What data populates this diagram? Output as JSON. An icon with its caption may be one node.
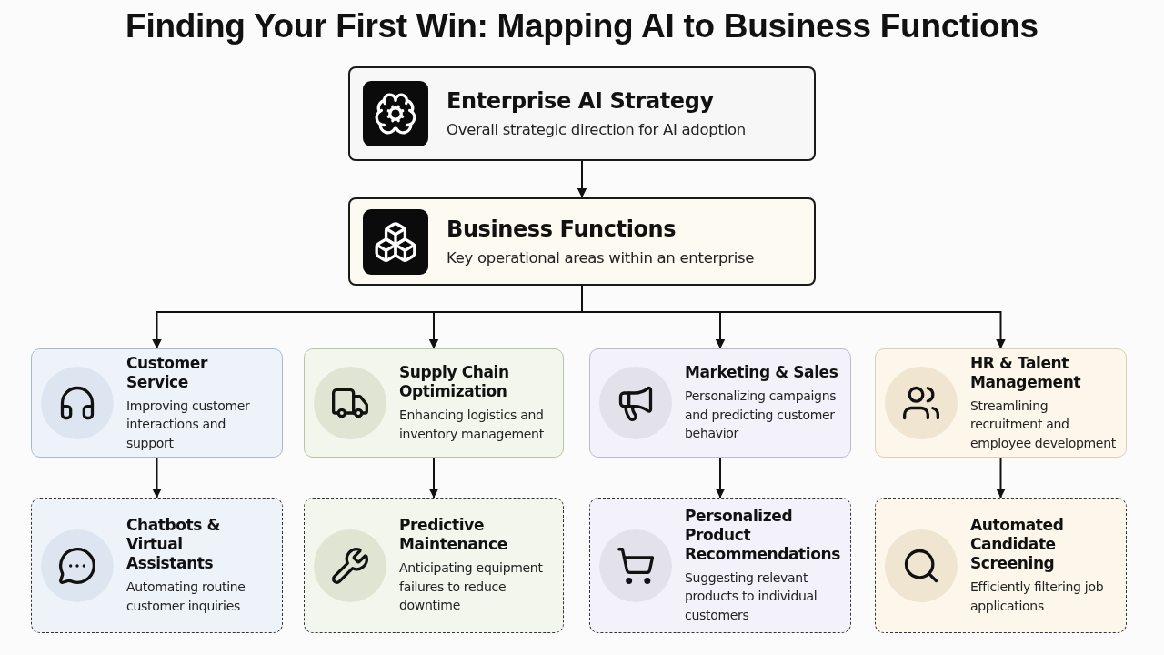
{
  "diagram": {
    "title": "Finding Your First Win: Mapping AI to Business Functions",
    "nodes": [
      {
        "text": [
          "Enterprise AI Strategy",
          "Overall strategic direction for AI adoption"
        ]
      },
      {
        "text": [
          "Business Functions",
          "Key operational areas within an enterprise"
        ]
      },
      {
        "text": [
          "Customer Service",
          "Improving customer interactions and support"
        ]
      },
      {
        "text": [
          "Supply Chain Optimization",
          "Enhancing logistics and inventory management"
        ]
      },
      {
        "text": [
          "Marketing & Sales",
          "Personalizing campaigns and predicting customer behavior"
        ]
      },
      {
        "text": [
          "HR & Talent Management",
          "Streamlining recruitment and employee development"
        ]
      },
      {
        "text": [
          "Chatbots & Virtual Assistants",
          "Automating routine customer inquiries"
        ]
      },
      {
        "text": [
          "Predictive Maintenance",
          "Anticipating equipment failures to reduce downtime"
        ]
      },
      {
        "text": [
          "Personalized Product Recommendations",
          "Suggesting relevant products to individual customers"
        ]
      },
      {
        "text": [
          "Automated Candidate Screening",
          "Efficiently filtering job applications"
        ]
      }
    ],
    "edges": [
      {
        "from": 0,
        "to": 1,
        "arrow": "to"
      },
      {
        "from": 1,
        "to": 2,
        "arrow": "to"
      },
      {
        "from": 1,
        "to": 3,
        "arrow": "to"
      },
      {
        "from": 1,
        "to": 4,
        "arrow": "to"
      },
      {
        "from": 1,
        "to": 5,
        "arrow": "to"
      },
      {
        "from": 2,
        "to": 6,
        "arrow": "to"
      },
      {
        "from": 3,
        "to": 7,
        "arrow": "to"
      },
      {
        "from": 4,
        "to": 8,
        "arrow": "to"
      },
      {
        "from": 5,
        "to": 9,
        "arrow": "to"
      }
    ]
  }
}
